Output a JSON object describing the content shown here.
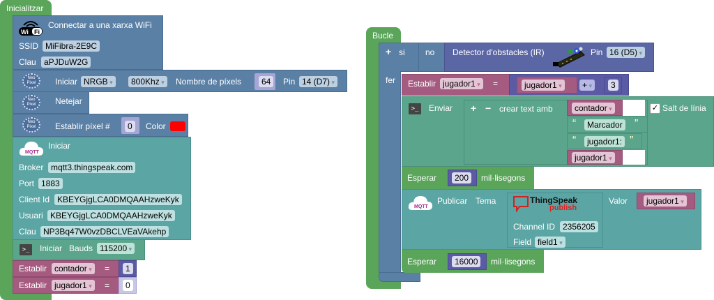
{
  "init": {
    "hat_label": "Inicialitzar",
    "wifi": {
      "title": "Connectar a una xarxa WiFi",
      "ssid_label": "SSID",
      "ssid_value": "MiFibra-2E9C",
      "password_label": "Clau",
      "password_value": "aPJDuW2G"
    },
    "neopixel_init": {
      "label": "Iniciar",
      "type_value": "NRGB",
      "freq_value": "800Khz",
      "count_label": "Nombre de píxels",
      "count_value": "64",
      "pin_label": "Pin",
      "pin_value": "14 (D7)"
    },
    "neopixel_clear": {
      "label": "Netejar"
    },
    "neopixel_set": {
      "label": "Establir píxel #",
      "index_value": "0",
      "color_label": "Color",
      "color_value": "#ff0000"
    },
    "mqtt": {
      "title": "Iniciar",
      "broker_label": "Broker",
      "broker_value": "mqtt3.thingspeak.com",
      "port_label": "Port",
      "port_value": "1883",
      "client_label": "Client Id",
      "client_value": "KBEYGjgLCA0DMQAAHzweKyk",
      "user_label": "Usuari",
      "user_value": "KBEYGjgLCA0DMQAAHzweKyk",
      "password_label": "Clau",
      "password_value": "NP3Bq47W0vzDBCLVEaVAkehp"
    },
    "serial": {
      "label": "Iniciar",
      "bauds_label": "Bauds",
      "bauds_value": "115200"
    },
    "set_vars": [
      {
        "label": "Establir",
        "var": "contador",
        "eq": "=",
        "value": "1"
      },
      {
        "label": "Establir",
        "var": "jugador1",
        "eq": "=",
        "value": "0"
      }
    ]
  },
  "loop": {
    "hat_label": "Bucle",
    "if": {
      "plus": "+",
      "if_label": "si",
      "not_label": "no",
      "sensor_label": "Detector d'obstacles (IR)",
      "pin_label": "Pin",
      "pin_value": "16 (D5)",
      "do_label": "fer"
    },
    "set_var": {
      "label": "Establir",
      "var": "jugador1",
      "eq": "=",
      "operand_var": "jugador1",
      "operator": "+",
      "operand_value": "3"
    },
    "send": {
      "label": "Enviar",
      "plus": "+",
      "minus": "−",
      "create_text_label": "crear text amb",
      "items": [
        {
          "type": "var",
          "value": "contador"
        },
        {
          "type": "text",
          "value": "Marcador"
        },
        {
          "type": "text",
          "value": "jugador1:"
        },
        {
          "type": "var",
          "value": "jugador1"
        }
      ],
      "newline_checked": true,
      "newline_label": "Salt de línia"
    },
    "wait1": {
      "label": "Esperar",
      "value": "200",
      "unit": "mil·lisegons"
    },
    "publish": {
      "label": "Publicar",
      "topic_label": "Tema",
      "brand": "ThingSpeak",
      "brand_sub": "publish",
      "channel_label": "Channel ID",
      "channel_value": "2356205",
      "field_label": "Field",
      "field_value": "field1",
      "value_label": "Valor",
      "value_var": "jugador1"
    },
    "wait2": {
      "label": "Esperar",
      "value": "16000",
      "unit": "mil·lisegons"
    }
  },
  "icons": {
    "mqtt_text": "MQTT",
    "neo_line1": "Neo",
    "neo_line2": "Pixel",
    "wifi_text": "WiFi",
    "console_glyph": ">_",
    "quote_open": "“",
    "quote_close": "”",
    "check": "✓"
  }
}
